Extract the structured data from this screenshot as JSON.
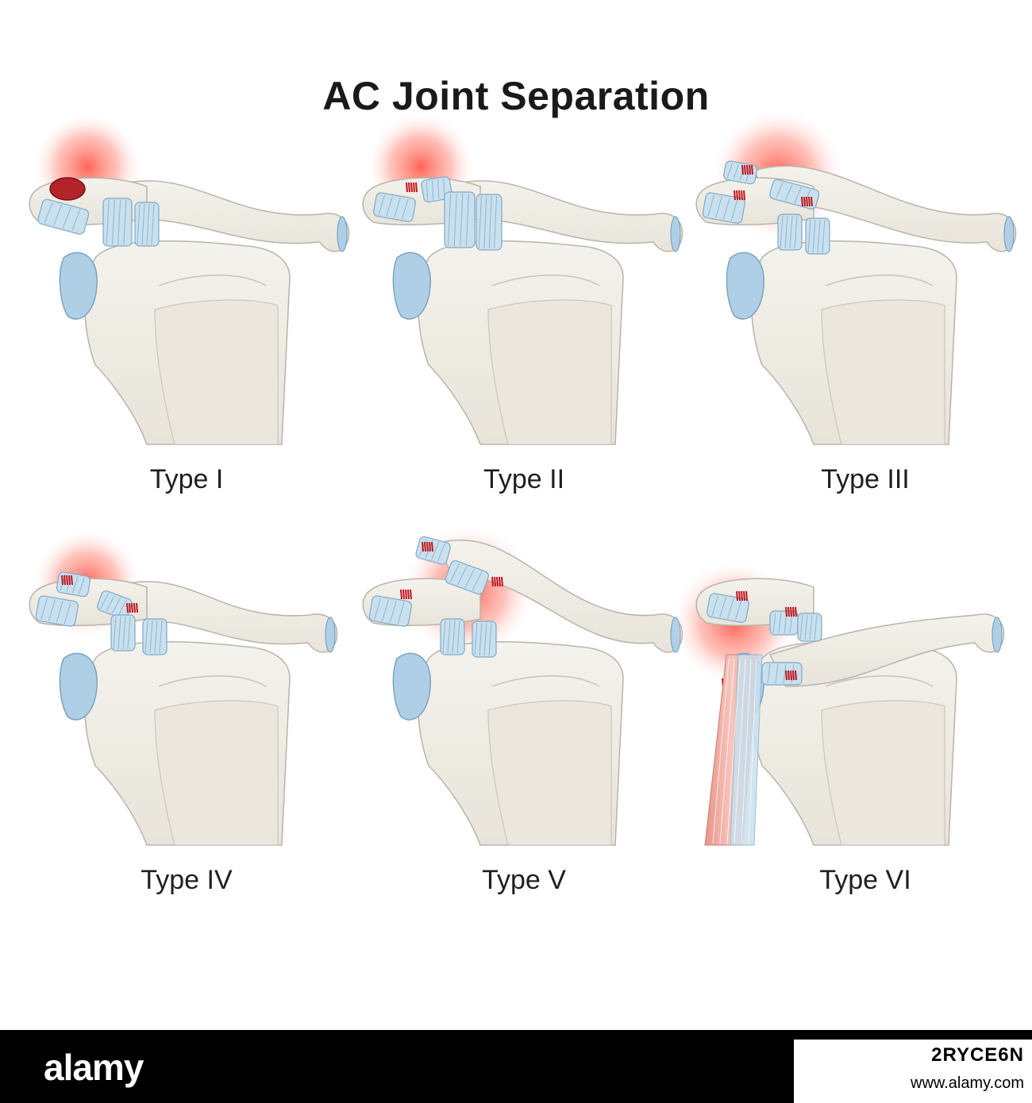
{
  "title": "AC Joint Separation",
  "panels": [
    {
      "label": "Type I"
    },
    {
      "label": "Type II"
    },
    {
      "label": "Type III"
    },
    {
      "label": "Type IV"
    },
    {
      "label": "Type V"
    },
    {
      "label": "Type VI"
    }
  ],
  "footer": {
    "logo": "alamy",
    "image_id": "2RYCE6N",
    "site": "www.alamy.com"
  },
  "colors": {
    "bone": "#efece4",
    "bone_outline": "#b9b4aa",
    "cartilage": "#aecfe6",
    "ligament": "#c9e0ee",
    "injury_glow": "#ff5a4a",
    "tear": "#c4161c",
    "muscle": "#f2b3aa"
  },
  "icons": [
    "scapula-illustration",
    "clavicle-illustration",
    "ligament-illustration",
    "injury-glow-marker"
  ]
}
